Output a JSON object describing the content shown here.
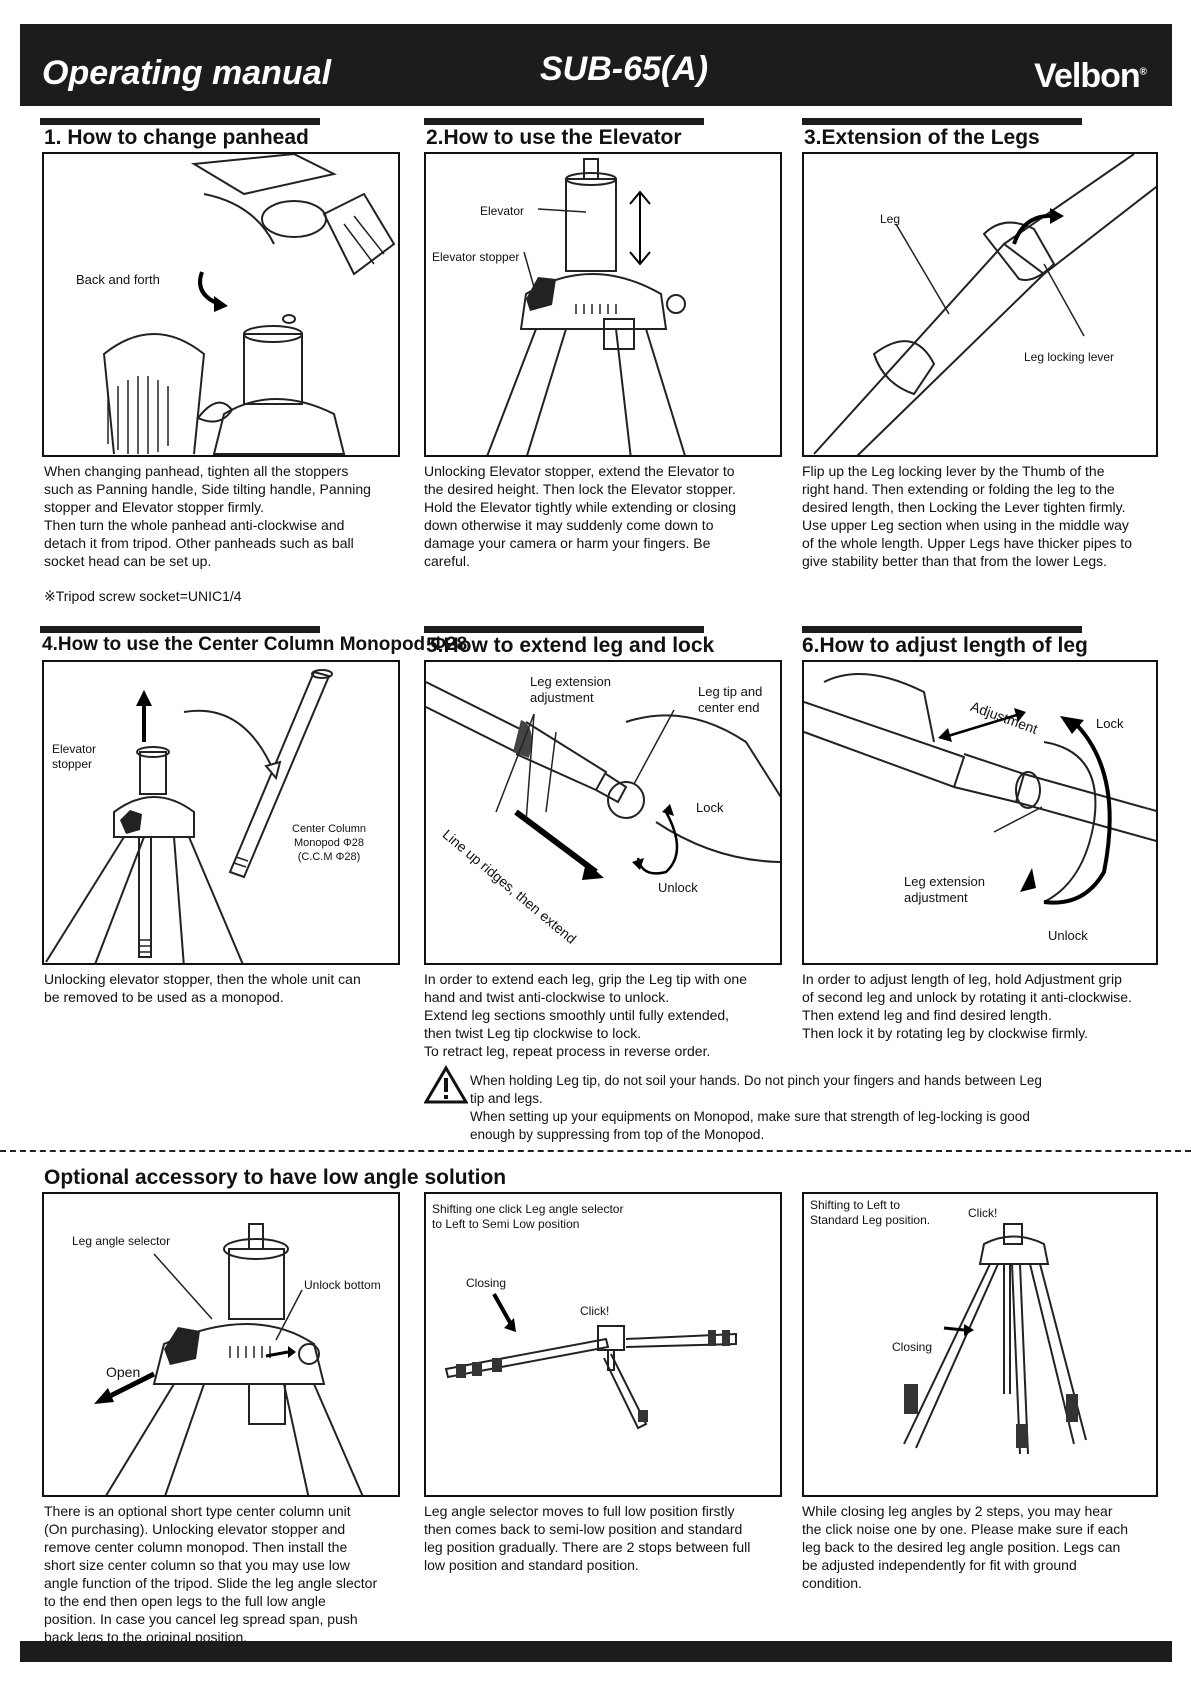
{
  "header": {
    "title": "Operating manual",
    "model": "SUB-65(A)",
    "brand": "Velbon"
  },
  "sections": {
    "s1": {
      "title": "1. How to change panhead",
      "labels": {
        "back_forth": "Back and forth"
      },
      "text": "When changing panhead, tighten all the stoppers\nsuch as Panning handle, Side tilting handle, Panning\nstopper and Elevator stopper firmly.\nThen turn the whole panhead anti-clockwise and\ndetach it from tripod. Other panheads such as ball\nsocket head can be set up.",
      "note": "※Tripod screw socket=UNIC1/4"
    },
    "s2": {
      "title": "2.How to use the Elevator",
      "labels": {
        "elevator": "Elevator",
        "elevator_stopper": "Elevator stopper"
      },
      "text": "Unlocking Elevator stopper, extend the Elevator to\nthe desired height. Then lock the Elevator stopper.\nHold the Elevator tightly while extending or closing\ndown otherwise it may suddenly come down to\ndamage your camera or harm your fingers. Be\ncareful."
    },
    "s3": {
      "title": "3.Extension of the Legs",
      "labels": {
        "leg": "Leg",
        "leg_locking_lever": "Leg locking lever"
      },
      "text": "Flip up the Leg locking lever by the Thumb of the\nright hand. Then extending or folding the leg to the\ndesired length, then Locking the Lever tighten firmly.\nUse upper Leg section when using in the middle way\nof the whole length. Upper Legs have thicker pipes to\ngive stability better than that from the lower Legs."
    },
    "s4": {
      "title": "4.How to use the Center Column Monopod Φ28",
      "labels": {
        "elevator_stopper": "Elevator\nstopper",
        "center_column": "Center Column\nMonopod Φ28\n(C.C.M Φ28)"
      },
      "text": "Unlocking elevator stopper, then the whole unit can\nbe removed to be used as a monopod."
    },
    "s5": {
      "title": "5.How to extend leg and lock",
      "labels": {
        "leg_ext_adj": "Leg extension\nadjustment",
        "leg_tip": "Leg tip and\ncenter end",
        "lock": "Lock",
        "unlock": "Unlock",
        "line_up": "Line up ridges, then extend"
      },
      "text": "In order to extend each leg, grip the Leg tip with one\nhand and twist anti-clockwise to unlock.\nExtend leg sections smoothly until fully extended,\nthen twist Leg tip clockwise to lock.\nTo retract leg, repeat process in reverse order."
    },
    "s6": {
      "title": "6.How to adjust length of leg",
      "labels": {
        "adjustment": "Adjustment",
        "lock": "Lock",
        "leg_ext_adj": "Leg extension\nadjustment",
        "unlock": "Unlock"
      },
      "text": "In order to adjust length of leg, hold Adjustment grip\nof second leg and unlock by rotating it anti-clockwise.\nThen extend leg and find desired length.\nThen lock it by rotating leg by clockwise firmly."
    }
  },
  "warning": "When holding Leg tip, do not soil your hands. Do not pinch your fingers and hands between Leg\ntip and legs.\nWhen setting up your equipments on Monopod, make sure that strength of leg-locking is good\nenough by suppressing from top of the Monopod.",
  "optional": {
    "title": "Optional accessory to have low angle solution",
    "p1": {
      "labels": {
        "leg_angle_selector": "Leg angle selector",
        "unlock_bottom": "Unlock bottom",
        "open": "Open"
      },
      "text": "There is an optional short type center column unit\n(On purchasing).  Unlocking elevator stopper and\nremove center column monopod. Then install the\nshort size center column so that you may use low\nangle function of the tripod. Slide the leg angle slector\nto the end then open legs to the full low angle\nposition. In case you cancel leg spread span, push\nback legs to the original position."
    },
    "p2": {
      "labels": {
        "shifting": "Shifting one click Leg angle selector\nto Left to Semi Low position",
        "closing": "Closing",
        "click": "Click!"
      },
      "text": "Leg angle selector moves to full low position firstly\nthen comes back to semi-low position and standard\nleg position gradually. There are 2 stops between full\nlow position and standard position."
    },
    "p3": {
      "labels": {
        "shifting": "Shifting to Left to\nStandard Leg position.",
        "click": "Click!",
        "closing": "Closing"
      },
      "text": "While closing leg angles by 2 steps, you may hear\nthe click noise one by one. Please make sure if each\nleg back to the desired leg angle position. Legs can\nbe adjusted independently for fit with ground\ncondition."
    }
  }
}
